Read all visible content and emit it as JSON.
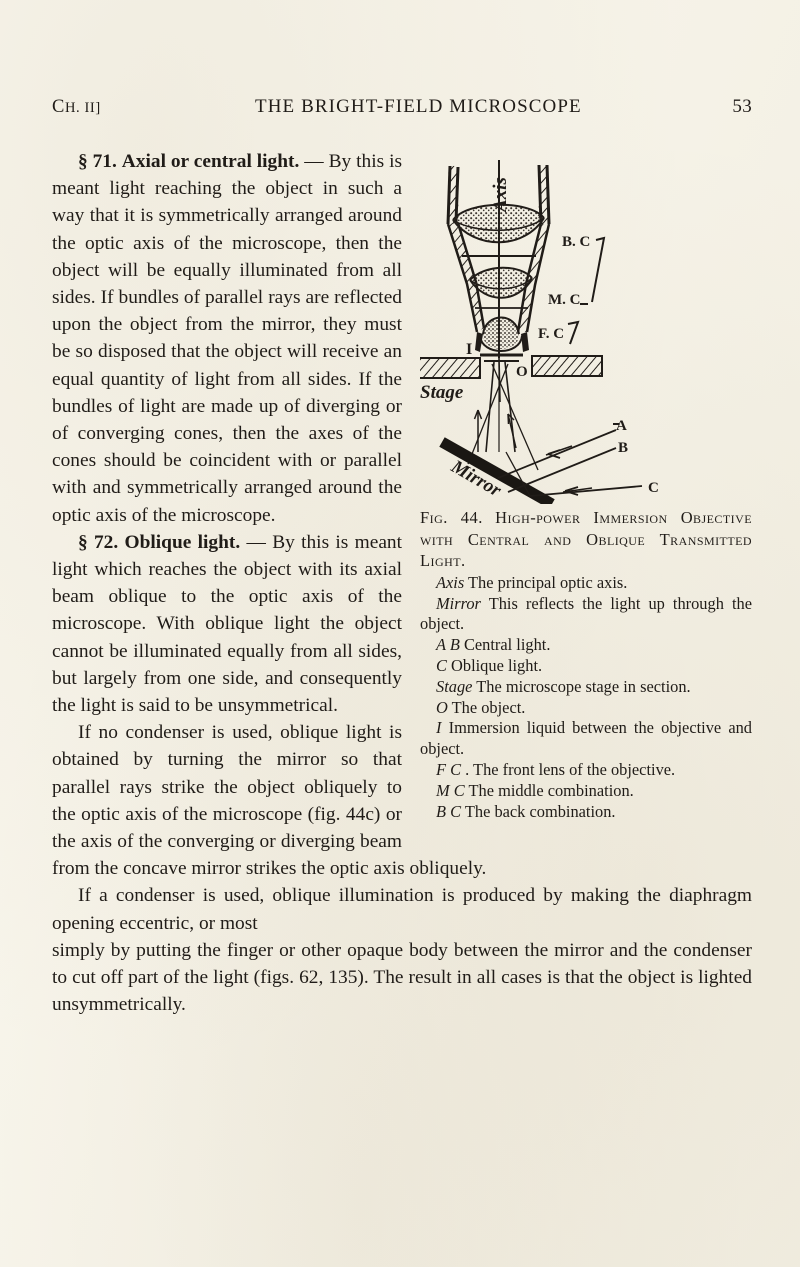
{
  "running_head": {
    "chapter_prefix": "C",
    "chapter_rest": "H. II]",
    "title": "THE BRIGHT-FIELD MICROSCOPE",
    "folio": "53"
  },
  "paper_color": "#f4f1e6",
  "ink_color": "#201c18",
  "sections": {
    "s71": {
      "symbol": "§ 71.",
      "heading": "Axial or central light.",
      "dash": "—",
      "text_part1": "By this is meant light reaching the object in such a way that it is symmetrically arranged around the optic axis of the microscope, then the object will be equally illuminated from all sides.  If bundles of parallel rays are reflected upon",
      "text_part2": "the object from the mirror, they must be so disposed that the object will receive an equal quantity of light from all sides.  If the bundles of light are made up of diverging or of converging cones, then the axes of the cones should be coincident with or parallel with and symmetrically arranged around the optic axis of the microscope."
    },
    "s72": {
      "symbol": "§ 72.",
      "heading": "Oblique light.",
      "dash": "—",
      "para1": "By this is meant light which reaches the object with its axial beam oblique to the optic axis of the microscope.  With oblique light the object cannot be illuminated equally from all sides, but largely from one side, and consequently the light is said to be unsymmetrical.",
      "para2": "If no condenser is used, oblique light is obtained by turning the mirror so that parallel rays strike the object obliquely to the optic axis of the microscope (fig. 44c) or the axis of the converging or diverging beam from the concave mirror strikes the optic axis obliquely.",
      "para3": "If a condenser is used, oblique illumination is produced by making the diaphragm opening eccentric, or most",
      "para4": "simply by putting the finger or other opaque body between the mirror and the condenser to cut off part of the light (figs. 62, 135).  The result in all cases is that the object is lighted unsymmetrically."
    }
  },
  "figure": {
    "caption_number": "Fig. 44.",
    "caption_title": "High-power Immersion Objective with Central and Oblique Transmitted Light.",
    "labels": {
      "axis": "Axis",
      "back_combination": "B. C",
      "middle_combination": "M. C",
      "front_combination": "F. C",
      "immersion": "I",
      "object": "O",
      "stage": "Stage",
      "mirror": "Mirror",
      "ray_a": "A",
      "ray_b": "B",
      "ray_c": "C"
    },
    "legend": [
      {
        "sym": "Axis",
        "desc": "The principal optic axis."
      },
      {
        "sym": "Mirror",
        "desc": "This reflects the light up through the object."
      },
      {
        "sym": "A B",
        "desc": "Central light."
      },
      {
        "sym": "C",
        "desc": "Oblique light."
      },
      {
        "sym": "Stage",
        "desc": "The microscope stage in section."
      },
      {
        "sym": "O",
        "desc": "The object."
      },
      {
        "sym": "I",
        "desc": "Immersion liquid between the objective and object."
      },
      {
        "sym": "F C",
        "desc": ". The front lens of the objective."
      },
      {
        "sym": "M C",
        "desc": "The middle combination."
      },
      {
        "sym": "B C",
        "desc": "The back combination."
      }
    ]
  }
}
